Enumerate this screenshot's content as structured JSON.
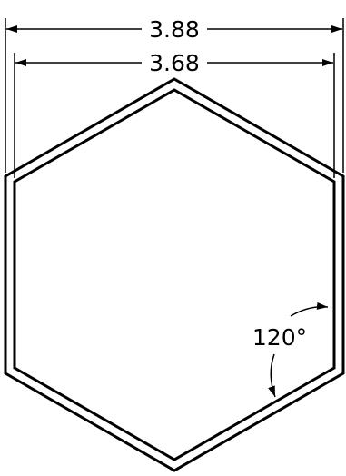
{
  "dimensions": {
    "outer_width_label": "3.88",
    "inner_width_label": "3.68",
    "angle_label": "120°"
  },
  "colors": {
    "line": "#000000",
    "background": "#ffffff"
  }
}
